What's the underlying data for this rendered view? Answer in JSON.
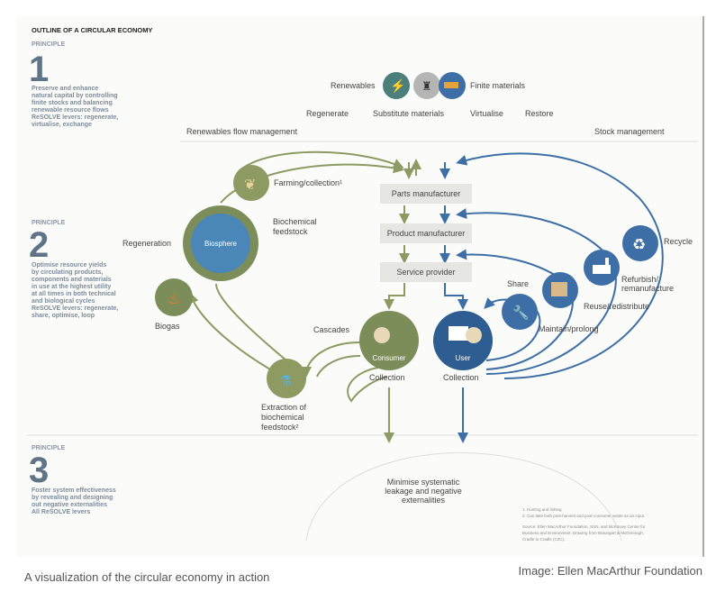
{
  "title": "OUTLINE OF A CIRCULAR ECONOMY",
  "principles": [
    {
      "label": "PRINCIPLE",
      "number": "1",
      "lines": [
        "Preserve and enhance",
        "natural capital by controlling",
        "finite stocks and balancing",
        "renewable resource flows",
        "ReSOLVE levers: regenerate,",
        "virtualise, exchange"
      ]
    },
    {
      "label": "PRINCIPLE",
      "number": "2",
      "lines": [
        "Optimise resource yields",
        "by circulating products,",
        "components and materials",
        "in use at the highest utility",
        "at all times in both technical",
        "and biological cycles",
        "ReSOLVE levers: regenerate,",
        "share, optimise, loop"
      ]
    },
    {
      "label": "PRINCIPLE",
      "number": "3",
      "lines": [
        "Foster system effectiveness",
        "by revealing and designing",
        "out negative externalities",
        "All ReSOLVE levers"
      ]
    }
  ],
  "top": {
    "renewables": "Renewables",
    "finite": "Finite materials",
    "levers": [
      "Regenerate",
      "Substitute materials",
      "Virtualise",
      "Restore"
    ],
    "left_mgmt": "Renewables flow management",
    "right_mgmt": "Stock management"
  },
  "boxes": [
    "Parts manufacturer",
    "Product manufacturer",
    "Service provider"
  ],
  "bio": {
    "farming": "Farming/collection¹",
    "feedstock": [
      "Biochemical",
      "feedstock"
    ],
    "regeneration": "Regeneration",
    "biosphere": "Biosphere",
    "biogas": "Biogas",
    "cascades": "Cascades",
    "consumer": "Consumer",
    "collection": "Collection",
    "extraction": [
      "Extraction of",
      "biochemical",
      "feedstock²"
    ]
  },
  "tech": {
    "user": "User",
    "collection": "Collection",
    "share": "Share",
    "maintain": "Maintain/prolong",
    "reuse": "Reuse/redistribute",
    "refurbish": [
      "Refurbish/",
      "remanufacture"
    ],
    "recycle": "Recycle"
  },
  "leakage": [
    "Minimise systematic",
    "leakage and negative",
    "externalities"
  ],
  "footnotes": [
    "1. Hunting and fishing",
    "2. Can take both post-harvest and post-consumer waste as an input",
    "Source: Ellen MacArthur Foundation, SUN, and McKinsey Center for",
    "Business and Environment; Drawing from Braungart & McDonough,",
    "Cradle to Cradle (C2C)."
  ],
  "caption": "A visualization of the circular economy in action",
  "credit": "Image: Ellen MacArthur Foundation",
  "colors": {
    "bio": "#8d9a62",
    "tech": "#3d6fa6"
  }
}
